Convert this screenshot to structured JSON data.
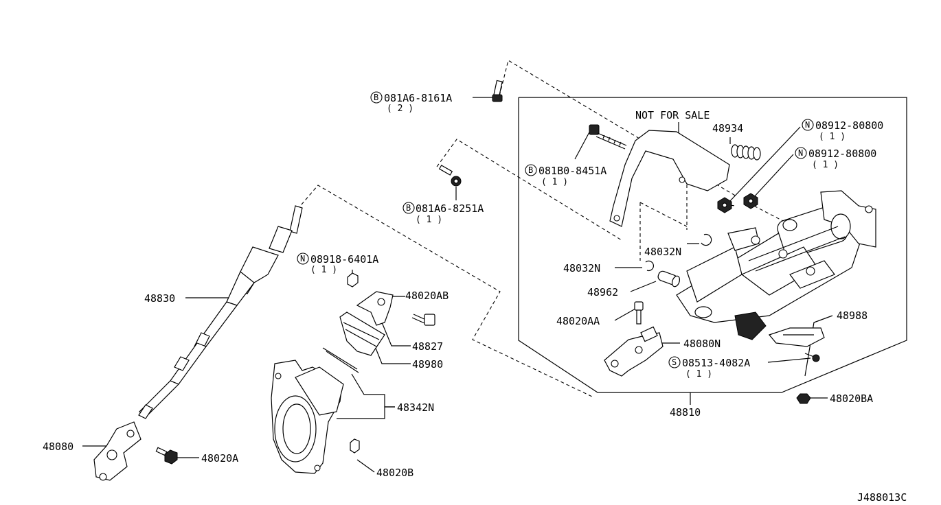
{
  "notice": "NOT FOR SALE",
  "diagram_code": "J488013C",
  "labels": {
    "b_081a6_8161a": {
      "prefix": "B",
      "code": "081A6-8161A",
      "qty": "( 2 )"
    },
    "b_081b0_8451a": {
      "prefix": "B",
      "code": "081B0-8451A",
      "qty": "( 1 )"
    },
    "b_081a6_8251a": {
      "prefix": "B",
      "code": "081A6-8251A",
      "qty": "( 1 )"
    },
    "n_08918_6401a": {
      "prefix": "N",
      "code": "08918-6401A",
      "qty": "( 1 )"
    },
    "n_08912_80800_a": {
      "prefix": "N",
      "code": "08912-80800",
      "qty": "( 1 )"
    },
    "n_08912_80800_b": {
      "prefix": "N",
      "code": "08912-80800",
      "qty": "( 1 )"
    },
    "s_08513_4082a": {
      "prefix": "S",
      "code": "08513-4082A",
      "qty": "( 1 )"
    },
    "p48934": "48934",
    "p48032n_a": "48032N",
    "p48032n_b": "48032N",
    "p48962": "48962",
    "p48020aa": "48020AA",
    "p48080n": "48080N",
    "p48988": "48988",
    "p48810": "48810",
    "p48020ba": "48020BA",
    "p48830": "48830",
    "p48020ab": "48020AB",
    "p48827": "48827",
    "p48980": "48980",
    "p48342n": "48342N",
    "p48080": "48080",
    "p48020a": "48020A",
    "p48020b": "48020B"
  }
}
